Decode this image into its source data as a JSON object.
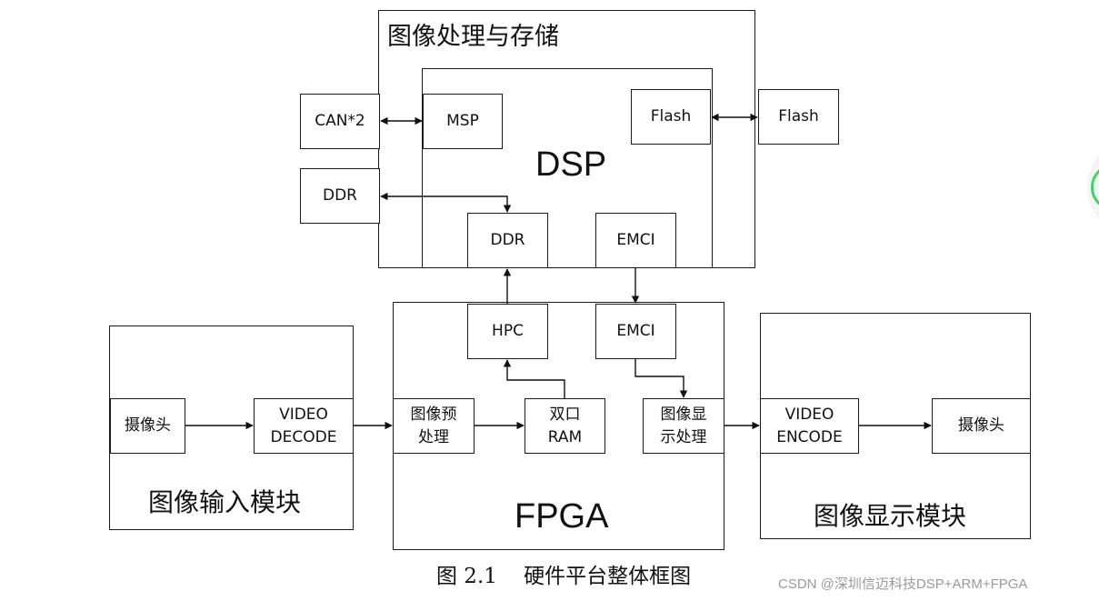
{
  "diagram": {
    "modules": {
      "processing": {
        "title": "图像处理与存储"
      },
      "dsp": {
        "title": "DSP"
      },
      "fpga": {
        "title": "FPGA"
      },
      "input": {
        "title": "图像输入模块"
      },
      "display": {
        "title": "图像显示模块"
      }
    },
    "blocks": {
      "can": "CAN*2",
      "msp": "MSP",
      "dsp_flash": "Flash",
      "ext_flash": "Flash",
      "ext_ddr": "DDR",
      "dsp_ddr": "DDR",
      "dsp_emci": "EMCI",
      "hpc": "HPC",
      "fpga_emci": "EMCI",
      "camera_in": "摄像头",
      "video_decode": "VIDEO\nDECODE",
      "preprocess": "图像预\n处理",
      "dual_ram": "双口\nRAM",
      "display_proc": "图像显\n示处理",
      "video_encode": "VIDEO\nENCODE",
      "camera_out": "摄像头"
    },
    "connections": [
      {
        "from": "CAN*2",
        "to": "MSP",
        "type": "bidirectional"
      },
      {
        "from": "Flash (DSP)",
        "to": "Flash (external)",
        "type": "bidirectional"
      },
      {
        "from": "DDR (external)",
        "to": "DDR (DSP)",
        "type": "bidirectional"
      },
      {
        "from": "HPC",
        "to": "DDR (DSP)",
        "type": "directed"
      },
      {
        "from": "EMCI (DSP)",
        "to": "EMCI (FPGA)",
        "type": "directed"
      },
      {
        "from": "双口RAM",
        "to": "HPC",
        "type": "directed"
      },
      {
        "from": "EMCI (FPGA)",
        "to": "图像显示处理",
        "type": "directed"
      },
      {
        "from": "摄像头",
        "to": "VIDEO DECODE",
        "type": "directed"
      },
      {
        "from": "VIDEO DECODE",
        "to": "图像预处理",
        "type": "directed"
      },
      {
        "from": "图像预处理",
        "to": "双口RAM",
        "type": "directed"
      },
      {
        "from": "图像显示处理",
        "to": "VIDEO ENCODE",
        "type": "directed"
      },
      {
        "from": "VIDEO ENCODE",
        "to": "摄像头",
        "type": "directed"
      }
    ],
    "caption": "图 2.1    硬件平台整体框图"
  },
  "watermark": "CSDN @深圳信迈科技DSP+ARM+FPGA"
}
